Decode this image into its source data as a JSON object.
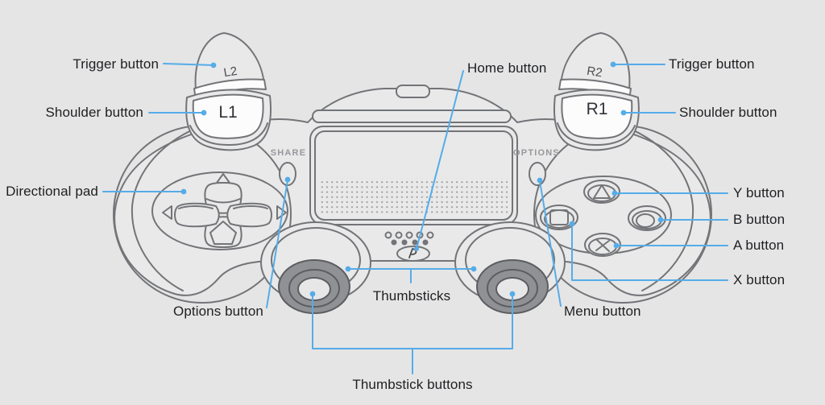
{
  "diagram": {
    "name": "game-controller-diagram",
    "colors": {
      "background": "#e5e5e6",
      "leader_line": "#55ace8",
      "controller_outline": "#737477",
      "thumbstick_gray": "#909194",
      "label_text": "#1e1f21"
    }
  },
  "labels": {
    "trigger_left": "Trigger button",
    "shoulder_left": "Shoulder button",
    "directional_pad": "Directional pad",
    "options_button": "Options button",
    "home_button": "Home button",
    "thumbsticks": "Thumbsticks",
    "thumbstick_buttons": "Thumbstick buttons",
    "trigger_right": "Trigger button",
    "shoulder_right": "Shoulder button",
    "y_button": "Y button",
    "b_button": "B button",
    "a_button": "A button",
    "x_button": "X button",
    "menu_button": "Menu button"
  },
  "controller_text": {
    "l2": "L2",
    "l1": "L1",
    "r2": "R2",
    "r1": "R1",
    "share": "SHARE",
    "options": "OPTIONS"
  }
}
